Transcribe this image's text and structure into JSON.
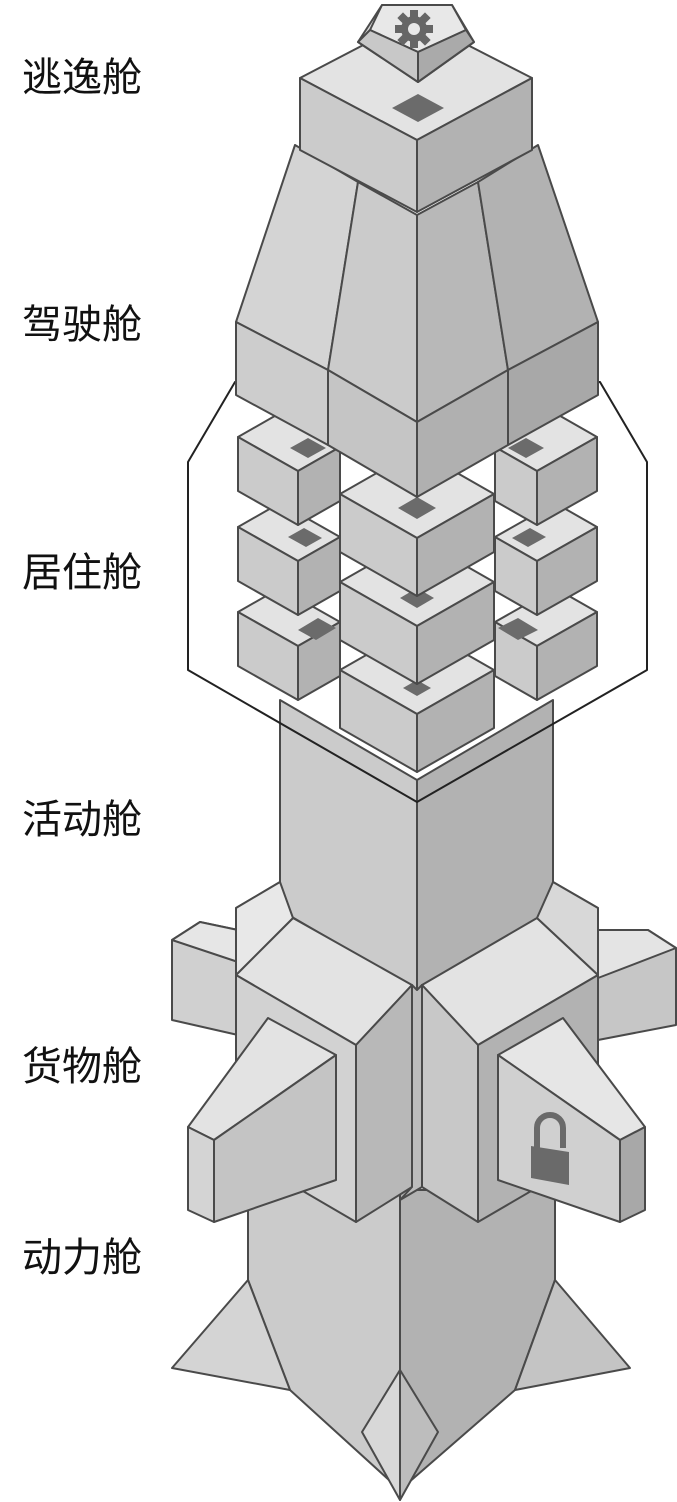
{
  "modules": [
    {
      "id": "escape",
      "label": "逃逸舱"
    },
    {
      "id": "cockpit",
      "label": "驾驶舱"
    },
    {
      "id": "habitat",
      "label": "居住舱"
    },
    {
      "id": "activity",
      "label": "活动舱"
    },
    {
      "id": "cargo",
      "label": "货物舱"
    },
    {
      "id": "power",
      "label": "动力舱"
    }
  ],
  "icons": {
    "top": "gear-icon",
    "cargo": "lock-icon"
  },
  "colors": {
    "stroke": "#4a4a4a",
    "top_face": "#e3e3e3",
    "left_face": "#cbcbcb",
    "right_face": "#b2b2b2",
    "pad": "#6b6b6b"
  }
}
